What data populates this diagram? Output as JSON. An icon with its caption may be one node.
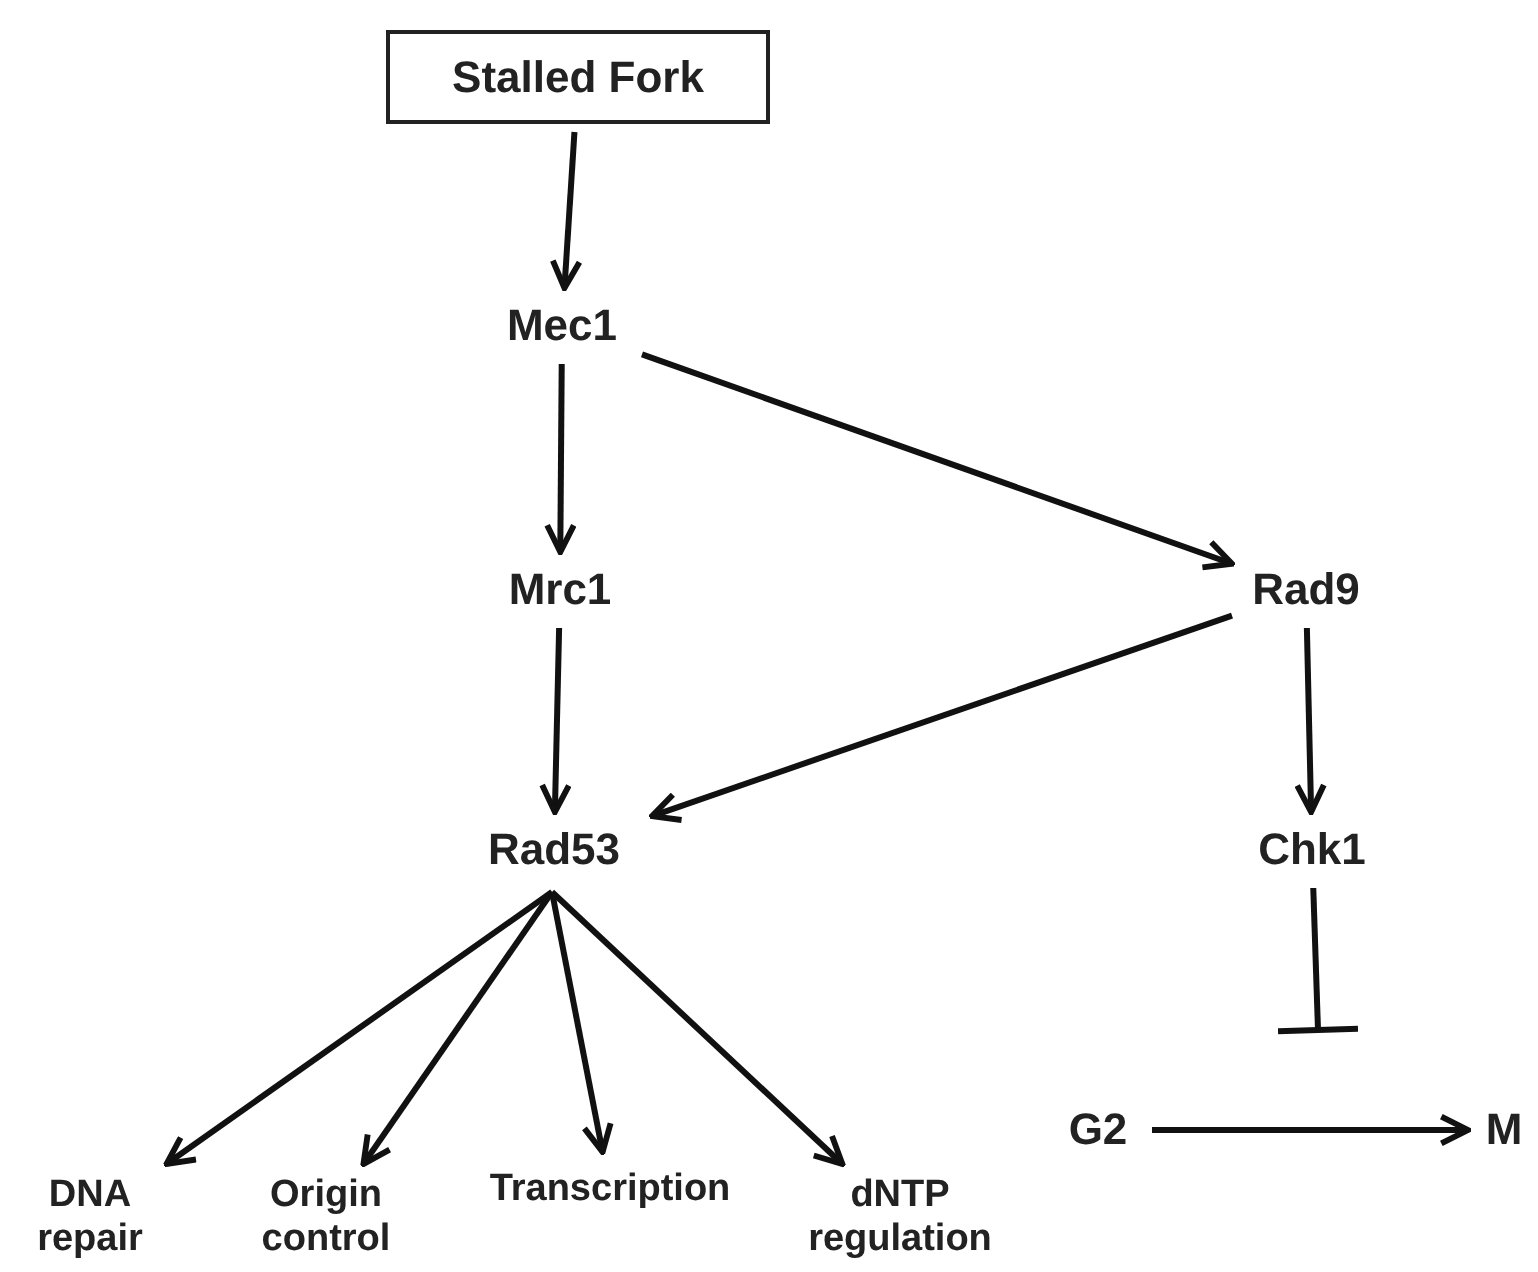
{
  "diagram": {
    "nodes": [
      {
        "text": [
          "Stalled Fork"
        ]
      },
      {
        "text": [
          "Mec1"
        ]
      },
      {
        "text": [
          "Mrc1"
        ]
      },
      {
        "text": [
          "Rad9"
        ]
      },
      {
        "text": [
          "Rad53"
        ]
      },
      {
        "text": [
          "Chk1"
        ]
      },
      {
        "text": [
          "G2"
        ]
      },
      {
        "text": [
          "M"
        ]
      },
      {
        "text": [
          "DNA repair"
        ]
      },
      {
        "text": [
          "Origin control"
        ]
      },
      {
        "text": [
          "Transcription"
        ]
      },
      {
        "text": [
          "dNTP regulation"
        ]
      }
    ],
    "edges": [
      {
        "from": 0,
        "to": 1,
        "arrow": "to"
      },
      {
        "from": 1,
        "to": 2,
        "arrow": "to"
      },
      {
        "from": 1,
        "to": 3,
        "arrow": "to"
      },
      {
        "from": 2,
        "to": 4,
        "arrow": "to"
      },
      {
        "from": 3,
        "to": 4,
        "arrow": "to"
      },
      {
        "from": 3,
        "to": 5,
        "arrow": "to"
      },
      {
        "from": 6,
        "to": 7,
        "arrow": "to"
      },
      {
        "from": 5,
        "to": null,
        "arrow": "other"
      },
      {
        "from": 4,
        "to": 8,
        "arrow": "to"
      },
      {
        "from": 4,
        "to": 9,
        "arrow": "to"
      },
      {
        "from": 4,
        "to": 10,
        "arrow": "to"
      },
      {
        "from": 4,
        "to": 11,
        "arrow": "to"
      }
    ]
  }
}
